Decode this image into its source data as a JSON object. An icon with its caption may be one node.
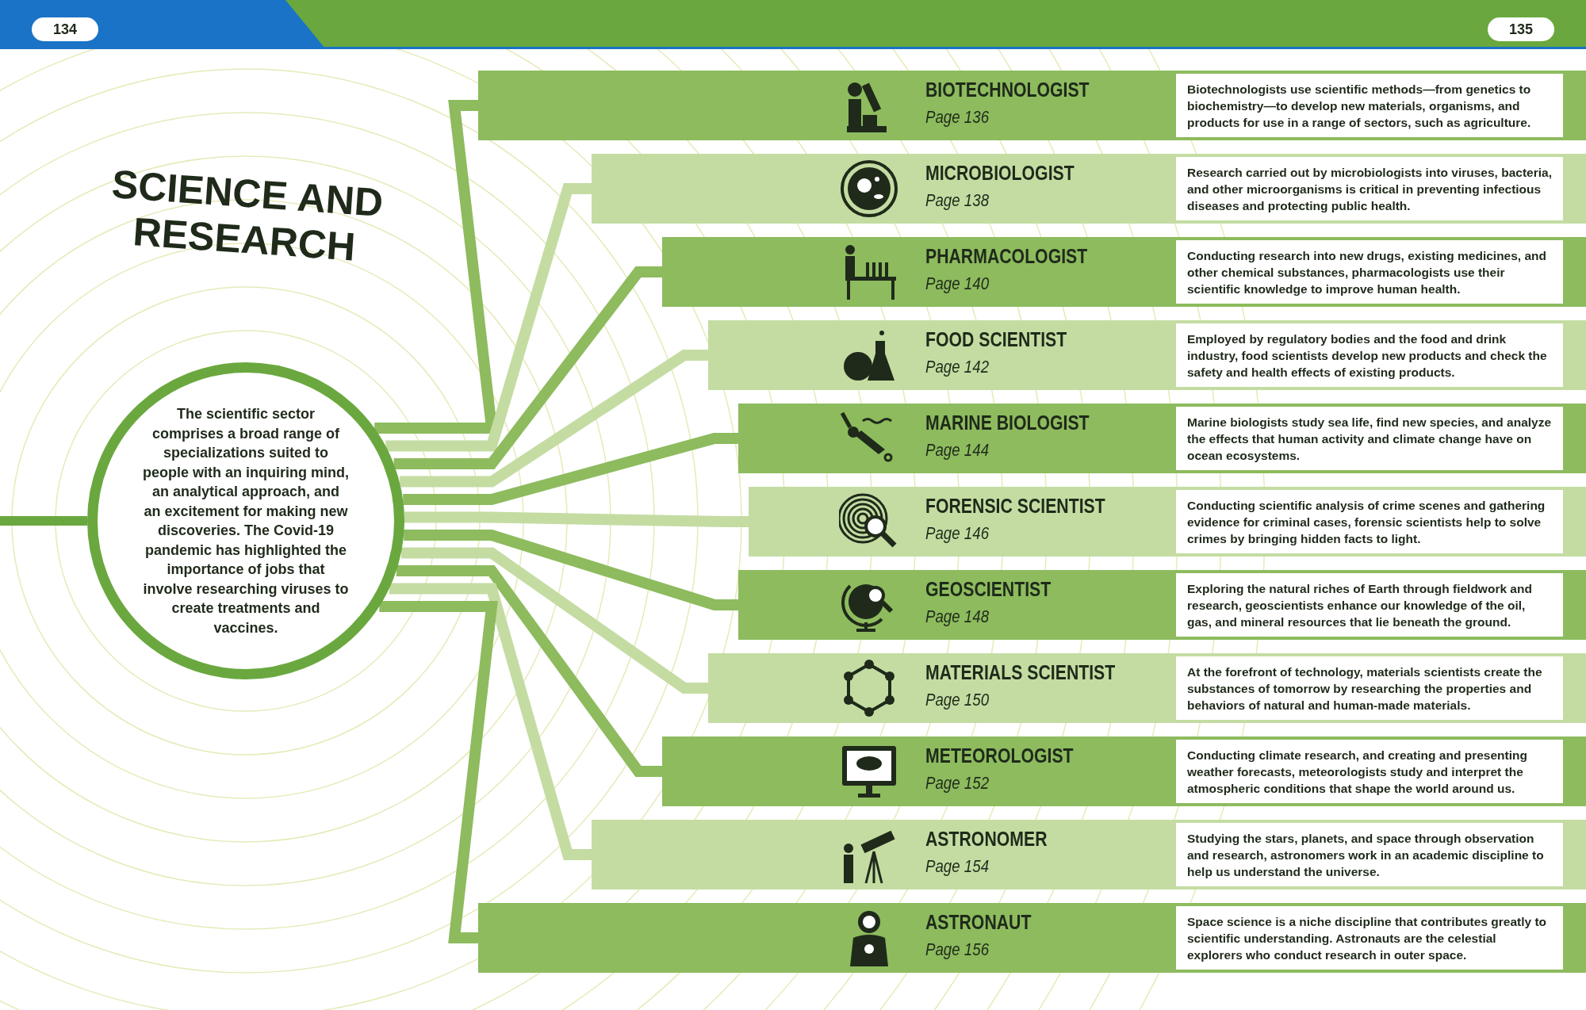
{
  "diagram": {
    "title": "SCIENCE AND RESEARCH",
    "nodes": [
      {
        "text": [
          "The scientific sector comprises a broad range of specializations suited to people with an inquiring mind, an analytical approach, and an excitement for making new discoveries. The Covid-19 pandemic has highlighted the importance of jobs that involve researching viruses to create treatments and vaccines."
        ]
      },
      {
        "text": [
          "BIOTECHNOLOGIST",
          "Page 136",
          "Biotechnologists use scientific methods—from genetics to biochemistry—to develop new materials, organisms, and products for use in a range of sectors, such as agriculture."
        ]
      },
      {
        "text": [
          "MICROBIOLOGIST",
          "Page 138",
          "Research carried out by microbiologists into viruses, bacteria, and other microorganisms is critical in preventing infectious diseases and protecting public health."
        ]
      },
      {
        "text": [
          "PHARMACOLOGIST",
          "Page 140",
          "Conducting research into new drugs, existing medicines, and other chemical substances, pharmacologists use their scientific knowledge to improve human health."
        ]
      },
      {
        "text": [
          "FOOD SCIENTIST",
          "Page 142",
          "Employed by regulatory bodies and the food and drink industry, food scientists develop new products and check the safety and health effects of existing products."
        ]
      },
      {
        "text": [
          "MARINE BIOLOGIST",
          "Page 144",
          "Marine biologists study sea life, find new species, and analyze the effects that human activity and climate change have on ocean ecosystems."
        ]
      },
      {
        "text": [
          "FORENSIC SCIENTIST",
          "Page 146",
          "Conducting scientific analysis of crime scenes and gathering evidence for criminal cases, forensic scientists help to solve crimes by bringing hidden facts to light."
        ]
      },
      {
        "text": [
          "GEOSCIENTIST",
          "Page 148",
          "Exploring the natural riches of Earth through fieldwork and research, geoscientists enhance our knowledge of the oil, gas, and mineral resources that lie beneath the ground."
        ]
      },
      {
        "text": [
          "MATERIALS SCIENTIST",
          "Page 150",
          "At the forefront of technology, materials scientists create the substances of tomorrow by researching the properties and behaviors of natural and human-made materials."
        ]
      },
      {
        "text": [
          "METEOROLOGIST",
          "Page 152",
          "Conducting climate research, and creating and presenting weather forecasts, meteorologists study and interpret the atmospheric conditions that shape the world around us."
        ]
      },
      {
        "text": [
          "ASTRONOMER",
          "Page 154",
          "Studying the stars, planets, and space through observation and research, astronomers work in an academic discipline to help us understand the universe."
        ]
      },
      {
        "text": [
          "ASTRONAUT",
          "Page 156",
          "Space science is a niche discipline that contributes greatly to scientific understanding. Astronauts are the celestial explorers who conduct research in outer space."
        ]
      }
    ],
    "edges": [
      {
        "from": null,
        "to": 0,
        "arrow": "none"
      },
      {
        "from": 0,
        "to": 1,
        "arrow": "none"
      },
      {
        "from": 0,
        "to": 2,
        "arrow": "none"
      },
      {
        "from": 0,
        "to": 3,
        "arrow": "none"
      },
      {
        "from": 0,
        "to": 4,
        "arrow": "none"
      },
      {
        "from": 0,
        "to": 5,
        "arrow": "none"
      },
      {
        "from": 0,
        "to": 6,
        "arrow": "none"
      },
      {
        "from": 0,
        "to": 7,
        "arrow": "none"
      },
      {
        "from": 0,
        "to": 8,
        "arrow": "none"
      },
      {
        "from": 0,
        "to": 9,
        "arrow": "none"
      },
      {
        "from": 0,
        "to": 10,
        "arrow": "none"
      },
      {
        "from": 0,
        "to": 11,
        "arrow": "none"
      }
    ],
    "labels": [
      "134",
      "135"
    ]
  }
}
